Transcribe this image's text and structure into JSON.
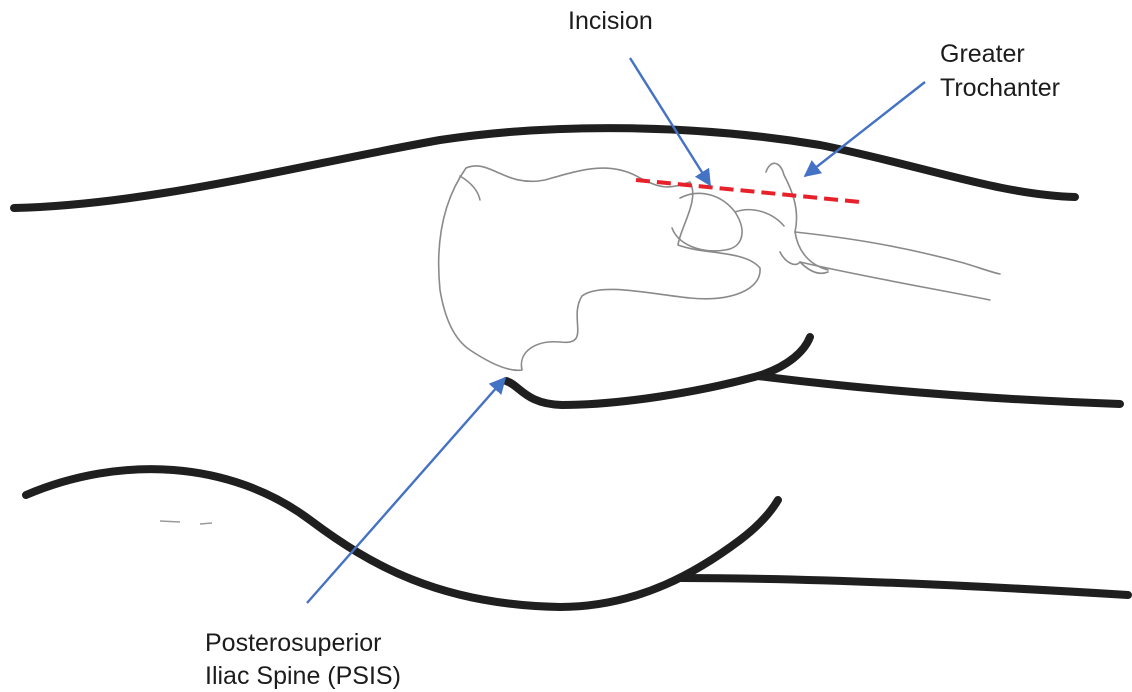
{
  "labels": {
    "incision": "Incision",
    "greater_trochanter": [
      "Greater",
      "Trochanter"
    ],
    "psis": [
      "Posterosuperior",
      "Iliac Spine (PSIS)"
    ]
  },
  "colors": {
    "outline": "#1f1f1f",
    "bone_sketch": "#8a8a8a",
    "arrow": "#4472c4",
    "incision_line": "#e8202a",
    "text": "#1c1c1c"
  }
}
